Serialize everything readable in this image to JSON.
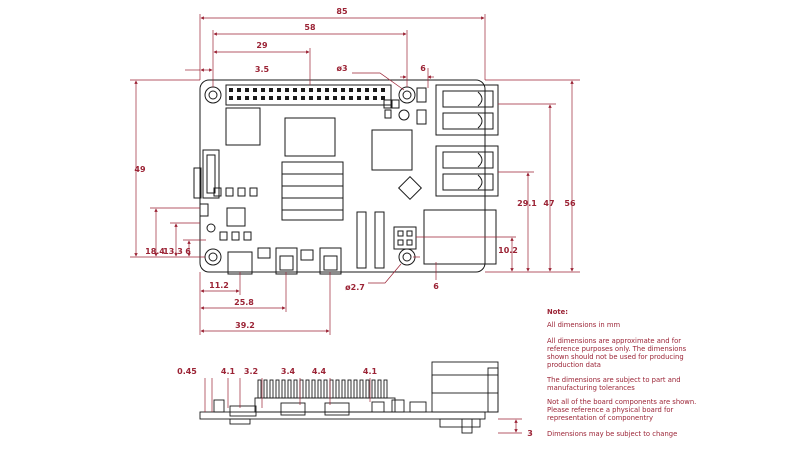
{
  "colors": {
    "outline": "#1a1a1a",
    "dimension": "#9b2335",
    "board": "#ffffff"
  },
  "top_view": {
    "dims": {
      "width_total": "85",
      "width_58": "58",
      "width_29": "29",
      "offset_3_5": "3.5",
      "hole_dia": "ø3",
      "gap_6_top": "6",
      "height_49": "49",
      "dim_18_4": "18.4",
      "dim_13_3": "13.3",
      "dim_6_left": "6",
      "dim_11_2": "11.2",
      "dim_25_8": "25.8",
      "dim_39_2": "39.2",
      "hole_dia_small": "ø2.7",
      "gap_6_bottom": "6",
      "dim_29_1": "29.1",
      "dim_47": "47",
      "dim_56": "56",
      "dim_10_2": "10.2"
    }
  },
  "side_view": {
    "dims": {
      "d_0_45": "0.45",
      "d_4_1_a": "4.1",
      "d_3_2": "3.2",
      "d_3_4": "3.4",
      "d_4_4": "4.4",
      "d_4_1_b": "4.1",
      "d_3": "3"
    }
  },
  "notes": {
    "title": "Note:",
    "n1": "All dimensions in mm",
    "n2": [
      "All dimensions are approximate and for",
      "reference purposes only. The dimensions",
      "shown should not be used for producing",
      "production data"
    ],
    "n3": [
      "The dimensions are subject to part and",
      "manufacturing tolerances"
    ],
    "n4": [
      "Not all of the board components are shown.",
      "Please reference a physical board for",
      "representation of componentry"
    ],
    "n5": "Dimensions may be subject to change"
  }
}
